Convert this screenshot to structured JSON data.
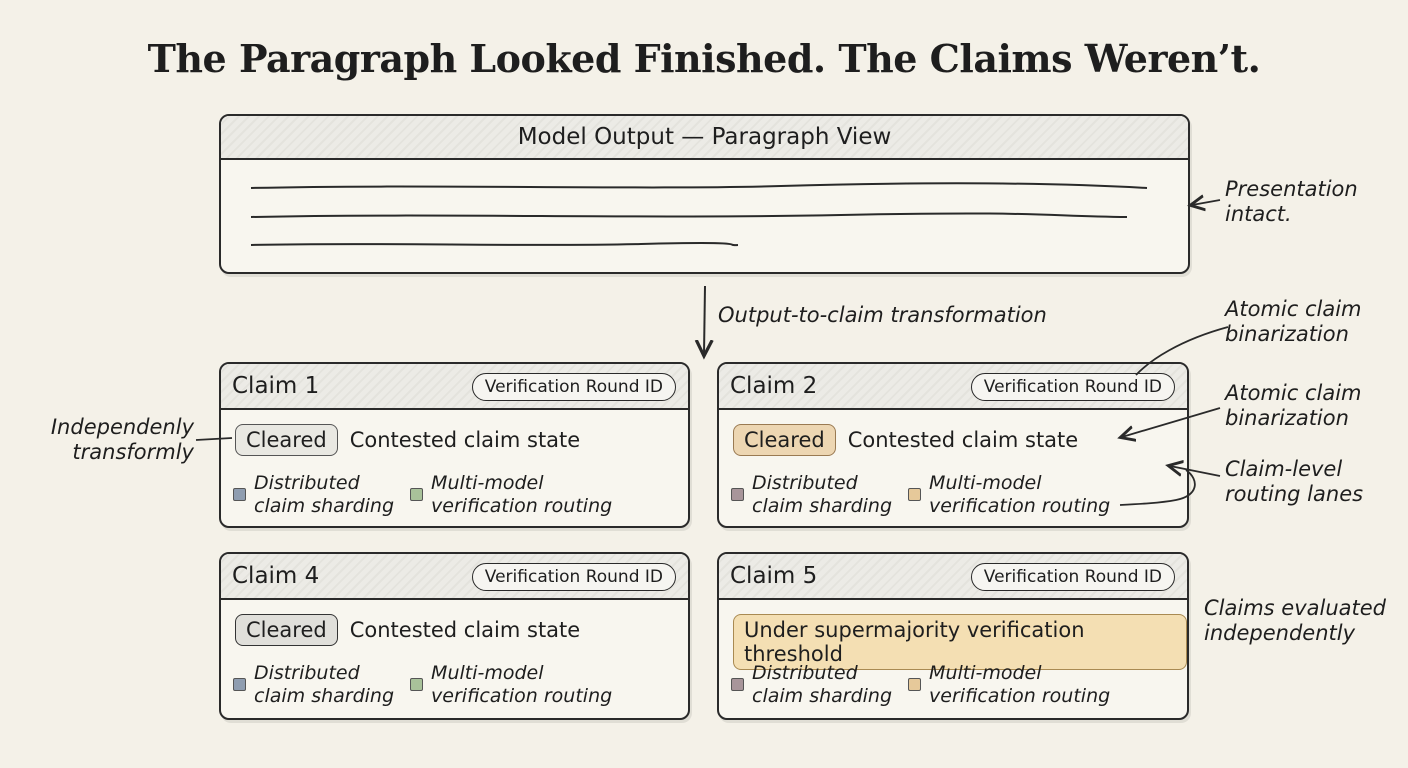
{
  "title": "The Paragraph Looked Finished. The Claims Weren’t.",
  "output_panel": {
    "header": "Model Output — Paragraph View"
  },
  "transform_label": "Output-to-claim transformation",
  "annotations": {
    "presentation_line1": "Presentation",
    "presentation_line2": "intact.",
    "atomic1_line1": "Atomic claim",
    "atomic1_line2": "binarization",
    "atomic2_line1": "Atomic claim",
    "atomic2_line2": "binarization",
    "routing_line1": "Claim-level",
    "routing_line2": "routing lanes",
    "independent_line1": "Claims evaluated",
    "independent_line2": "independently",
    "left_line1": "Independenly",
    "left_line2": "transformly"
  },
  "claims": [
    {
      "title": "Claim 1",
      "round_label": "Verification Round ID",
      "chip": "Cleared",
      "state": "Contested claim state",
      "lane1_line1": "Distributed",
      "lane1_line2": "claim sharding",
      "lane2_line1": "Multi-model",
      "lane2_line2": "verification routing",
      "swatch1": "#8f9db0",
      "swatch2": "#a9c29a"
    },
    {
      "title": "Claim 2",
      "round_label": "Verification Round ID",
      "chip": "Cleared",
      "state": "Contested claim state",
      "lane1_line1": "Distributed",
      "lane1_line2": "claim sharding",
      "lane2_line1": "Multi-model",
      "lane2_line2": "verification routing",
      "swatch1": "#a8959a",
      "swatch2": "#e6c99a"
    },
    {
      "title": "Claim 4",
      "round_label": "Verification Round ID",
      "chip": "Cleared",
      "state": "Contested claim state",
      "lane1_line1": "Distributed",
      "lane1_line2": "claim sharding",
      "lane2_line1": "Multi-model",
      "lane2_line2": "verification routing",
      "swatch1": "#8f9db0",
      "swatch2": "#a9c29a"
    },
    {
      "title": "Claim 5",
      "round_label": "Verification Round ID",
      "chip": "Under supermajority verification threshold",
      "state": "",
      "lane1_line1": "Distributed",
      "lane1_line2": "claim sharding",
      "lane2_line1": "Multi-model",
      "lane2_line2": "verification routing",
      "swatch1": "#a8959a",
      "swatch2": "#e6c99a"
    }
  ],
  "colors": {
    "background": "#f4f1e8",
    "ink": "#2a2a2a",
    "tan_chip": "#edd6b2",
    "threshold_chip": "#f4dfb3"
  }
}
